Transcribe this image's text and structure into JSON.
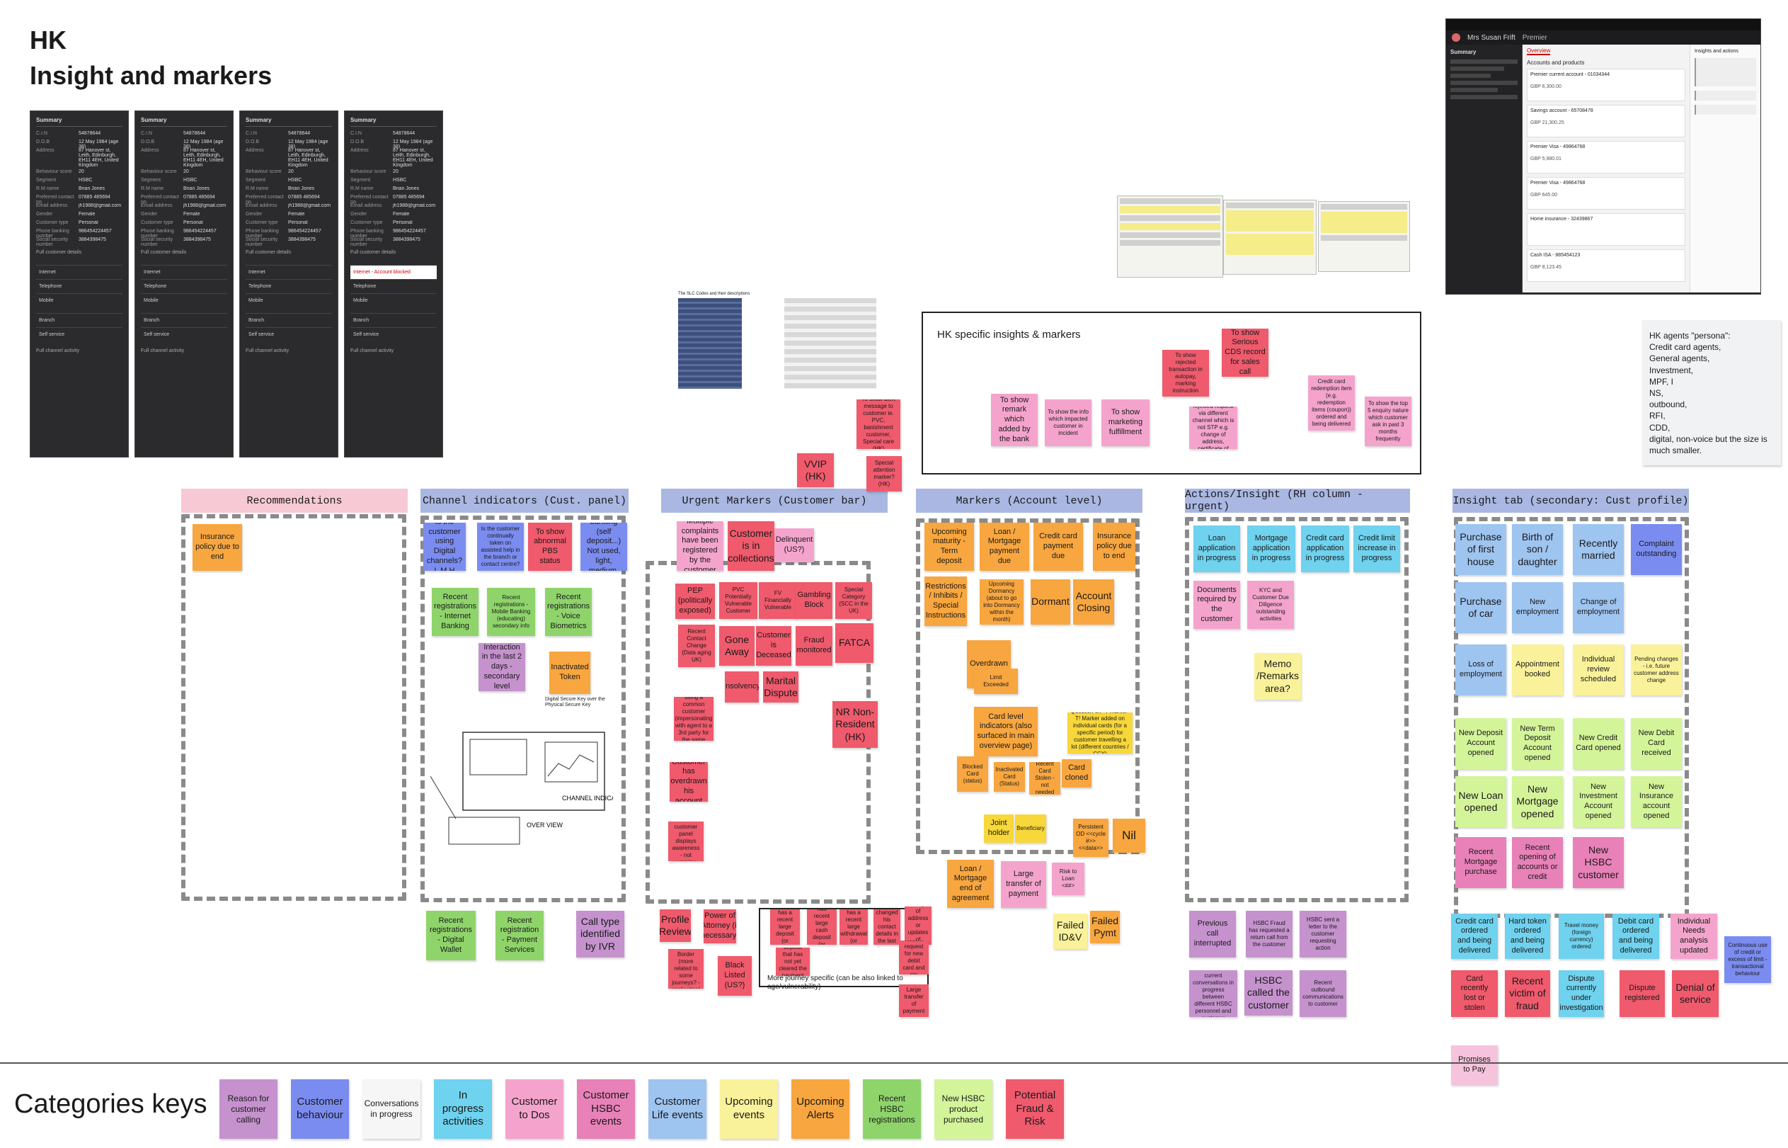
{
  "header": {
    "line1": "HK",
    "line2": "Insight and markers"
  },
  "summary_panels": {
    "title": "Summary",
    "fields": [
      {
        "label": "C.I.N",
        "value": "54878644"
      },
      {
        "label": "D.O.B",
        "value": "12 May 1984 (age 38)"
      },
      {
        "label": "Address",
        "value": "87 Hanover st, Leith, Edinburgh, EH11 4EH, United Kingdom"
      },
      {
        "label": "Behaviour score",
        "value": "20"
      },
      {
        "label": "Segment",
        "value": "HSBC"
      },
      {
        "label": "R.M name",
        "value": "Brian Jones"
      },
      {
        "label": "Preferred contact no.",
        "value": "07885 485694"
      },
      {
        "label": "Email address",
        "value": "jh1988@gmail.com"
      },
      {
        "label": "Gender",
        "value": "Female"
      },
      {
        "label": "Customer type",
        "value": "Personal"
      },
      {
        "label": "Phone banking number",
        "value": "986454224457"
      },
      {
        "label": "Social security number",
        "value": "3884398475"
      }
    ],
    "full_customer_details": "Full customer details",
    "channels": [
      "Internet",
      "Telephone",
      "Mobile",
      "Branch",
      "Self service"
    ],
    "full_channel_activity": "Full channel activity",
    "blocked_label": "Internet - Account blocked"
  },
  "premier_panel": {
    "customer_name": "Mrs Susan Frift",
    "tag": "Premier",
    "tab": "Overview",
    "section": "Accounts and products",
    "accounts": [
      {
        "name": "Premier current account - 01034344",
        "value": "GBP 6,300.00"
      },
      {
        "name": "Savings account - 65708478",
        "value": "GBP 21,300.25"
      },
      {
        "name": "Premier Visa - 49864768",
        "value": "GBP 5,980.01"
      },
      {
        "name": "Premier Visa - 49864768",
        "value": "GBP 645.00"
      },
      {
        "name": "Home insurance - 32439867",
        "value": ""
      },
      {
        "name": "Cash ISA - 885454123",
        "value": "GBP 8,123.45"
      }
    ],
    "right_title": "Insights and actions"
  },
  "personas": {
    "text": "HK agents \"persona\":\nCredit card agents,\nGeneral agents,\nInvestment,\nMPF, I\nNS,\noutbound,\nRFI,\nCDD,\ndigital, non-voice but the size is much smaller."
  },
  "hk_box": {
    "title": "HK specific insights & markers",
    "notes": [
      "To show remark which added by the bank",
      "To show the info which impacted customer in incident",
      "To show marketing fulfillment",
      "To show rejected transaction in autopay, marking instruction",
      "To show Serious CDS record for sales call",
      "To show rejected request via different channel which is not STP e.g. change of address, certificate of balance",
      "Credit card redemption item (e.g. redemption items (coupon)) ordered and being delivered",
      "To show the top 5 enquiry nature which customer ask in past 3 months frequently"
    ]
  },
  "floating": {
    "vvip": "VVIP (HK)",
    "alert_msg": "To show alert message to customer ie. PVC, banishment customer, Special care (HK)",
    "special_attention": "Special attention marker? (HK)"
  },
  "columns": [
    {
      "header": "Recommendations"
    },
    {
      "header": "Channel indicators (Cust. panel)"
    },
    {
      "header": "Urgent Markers (Customer bar)"
    },
    {
      "header": "Markers (Account level)"
    },
    {
      "header": "Actions/Insight (RH column - urgent)"
    },
    {
      "header": "Insight tab (secondary: Cust profile)"
    }
  ],
  "recommendations": {
    "insurance": "Insurance policy due to end"
  },
  "channel": {
    "digital": "Is the customer using Digital channels? L M H",
    "continually": "Is the customer continually taken on assisted help in the branch or contact centre?",
    "abnormal": "To show abnormal PBS status",
    "selfbanking": "Self banking (self deposit...) Not used, light, medium, heavy use",
    "reg_internet": "Recent registrations - Internet Banking",
    "reg_mobile": "Recent registrations - Mobile Banking (educating) secondary info",
    "reg_voice": "Recent registrations - Voice Biometrics",
    "interaction": "Interaction in the last 2 days - secondary level",
    "token": "Inactivated Token",
    "securekey_note": "Digital Secure Key over the Physical Secure Key",
    "reg_wallet": "Recent registrations - Digital Wallet",
    "reg_payment": "Recent registration - Payment Services",
    "ivr": "Call type identified by IVR",
    "sketch_label1": "CHANNEL INDICATOR",
    "sketch_label2": "OVER VIEW"
  },
  "urgent": {
    "multiple": "Multiple complaints have been registered by the customer",
    "collections": "Customer is in collections",
    "delinquent": "Delinquent (US?)",
    "pep": "PEP (politically exposed)",
    "pvc": "PVC Potentially Vulnerable Customer",
    "fv": "FV Financially Vulnerable",
    "gambling": "Gambling Block",
    "special_cat": "Special Category (SCC in the UK)",
    "contact_change": "Recent Contact Change (Data aging UK)",
    "gone_away": "Gone Away",
    "deceased": "Customer is Deceased",
    "fraud": "Fraud monitored",
    "fatca": "FATCA",
    "third_party": "Third Party using a common customer (impersonating with agent to a 3rd party for the same profile)",
    "insolvency": "Insolvency",
    "marital": "Marital Dispute",
    "nr": "NR Non-Resident (HK)",
    "overdrawn": "Customer has overdrawn his account",
    "staff": "Staff customer panel displays awareness - not warning",
    "profile_review": "Profile Review",
    "poa": "Power of Attorney (if necessary)",
    "cross_border": "Cross Border (more related to some journeys? - application)",
    "black_listed": "Black Listed (US?)",
    "journey_notes": [
      "Customer has a recent large deposit (or multiple)",
      "Customer has recent large cash deposit (or multiple)",
      "Customer has a recent large withdrawal (or multiple)",
      "Customer changed his contact details in the last 15 days",
      "Recent change of address or updates of contact details",
      "Large cheque deposit that has not yet cleared the payment (or multiple)",
      "Recent request for new debit card and pin",
      "Large transfer of payment"
    ],
    "journey_caption": "More journey specific (can be also linked to age/vulnerability)"
  },
  "markers": {
    "upcoming_maturity": "Upcoming maturity - Term deposit",
    "loan_due": "Loan / Mortgage payment due",
    "cc_due": "Credit card payment due",
    "insurance_end": "Insurance policy due to end",
    "restrictions": "Restrictions / Inhibits / Special Instructions",
    "upcoming_dormancy": "Upcoming Dormancy (about to go into Dormancy within the month)",
    "dormant": "Dormant",
    "account_closing": "Account Closing",
    "overdrawn": "Overdrawn",
    "limit_exceeded": "Limit Exceeded",
    "card_level": "Card level indicators (also surfaced in main overview page)",
    "question_note": "Question on \"T marker\" T! Marker added on individual cards (for a specific period) for customer travelling a lot (different countries / CCY)",
    "blocked_card": "Blocked Card (status)",
    "inactivated_card": "Inactivated Card (Status)",
    "recent_card_stolen": "Recent Card Stolen - not needed",
    "card_cloned": "Card cloned",
    "joint_holder": "Joint holder",
    "beneficiary": "Beneficiary",
    "persistent_od": "Persistent OD <<cycle #>> <<data>>",
    "nil": "Nil",
    "loan_end": "Loan / Mortgage end of agreement",
    "large_transfer": "Large transfer of payment",
    "risk_loan": "Risk to Loan <##>",
    "failed_idv": "Failed ID&V",
    "failed_pymt": "Failed Pymt"
  },
  "actions": {
    "loan_app": "Loan application in progress",
    "mortgage_app": "Mortgage application in progress",
    "cc_app": "Credit card application in progress",
    "limit_inc": "Credit limit increase in progress",
    "documents": "Documents required by the customer",
    "kyc": "KYC and Customer Due Diligence outstanding activities",
    "memo": "Memo /Remarks area?",
    "prev_call": "Previous call interrupted",
    "fraud_return": "HSBC Fraud has requested a return call from the customer",
    "letter": "HSBC sent a letter to the customer requesting action",
    "awareness": "Awareness of current conversations in progress between different HSBC personnel and customer",
    "hsbc_called": "HSBC called the customer",
    "outbound": "Recent outbound communications to customer"
  },
  "insight": {
    "rows": [
      [
        "Purchase of first house",
        "Birth of son / daughter",
        "Recently married",
        "Complaint outstanding"
      ],
      [
        "Purchase of car",
        "New employment",
        "Change of employment",
        ""
      ],
      [
        "Loss of employment",
        "Appointment booked",
        "Individual review scheduled",
        "Pending changes - i.e. future customer address change"
      ],
      [
        "New Deposit Account opened",
        "New Term Deposit Account opened",
        "New Credit Card opened",
        "New Debit Card received"
      ],
      [
        "New Loan opened",
        "New Mortgage opened",
        "New Investment Account opened",
        "New Insurance account opened"
      ],
      [
        "Recent Mortgage purchase",
        "Recent opening of accounts or credit",
        "New HSBC customer",
        ""
      ]
    ],
    "bottom_row1": [
      "Credit card ordered and being delivered",
      "Hard token ordered and being delivered",
      "Travel money (foreign currency) ordered",
      "Debit card ordered and being delivered",
      "Individual Needs analysis updated"
    ],
    "continuous": "Continuous use of credit or excess of limit - transactional behaviour",
    "bottom_row2": [
      "Card recently lost or stolen",
      "Recent victim of fraud",
      "Dispute currently under investigation",
      "Dispute registered",
      "Denial of service"
    ],
    "promises": "Promises to Pay"
  },
  "legend": {
    "title": "Categories keys",
    "items": [
      {
        "label": "Reason for customer calling",
        "color": "#c592ce"
      },
      {
        "label": "Customer behaviour",
        "color": "#7b8cf0"
      },
      {
        "label": "Conversations in progress",
        "color": "#f6f6f6"
      },
      {
        "label": "In progress activities",
        "color": "#6fd2ee"
      },
      {
        "label": "Customer to Dos",
        "color": "#f4a4cc"
      },
      {
        "label": "Customer HSBC events",
        "color": "#e881b8"
      },
      {
        "label": "Customer Life events",
        "color": "#9ec4f0"
      },
      {
        "label": "Upcoming events",
        "color": "#faf29a"
      },
      {
        "label": "Upcoming Alerts",
        "color": "#f8a63f"
      },
      {
        "label": "Recent HSBC registrations",
        "color": "#8fd46b"
      },
      {
        "label": "New HSBC product purchased",
        "color": "#d4f49a"
      },
      {
        "label": "Potential Fraud & Risk",
        "color": "#ef5a6c"
      }
    ]
  },
  "doc_thumb": {
    "title": "The SLC Codes and their descriptions"
  }
}
